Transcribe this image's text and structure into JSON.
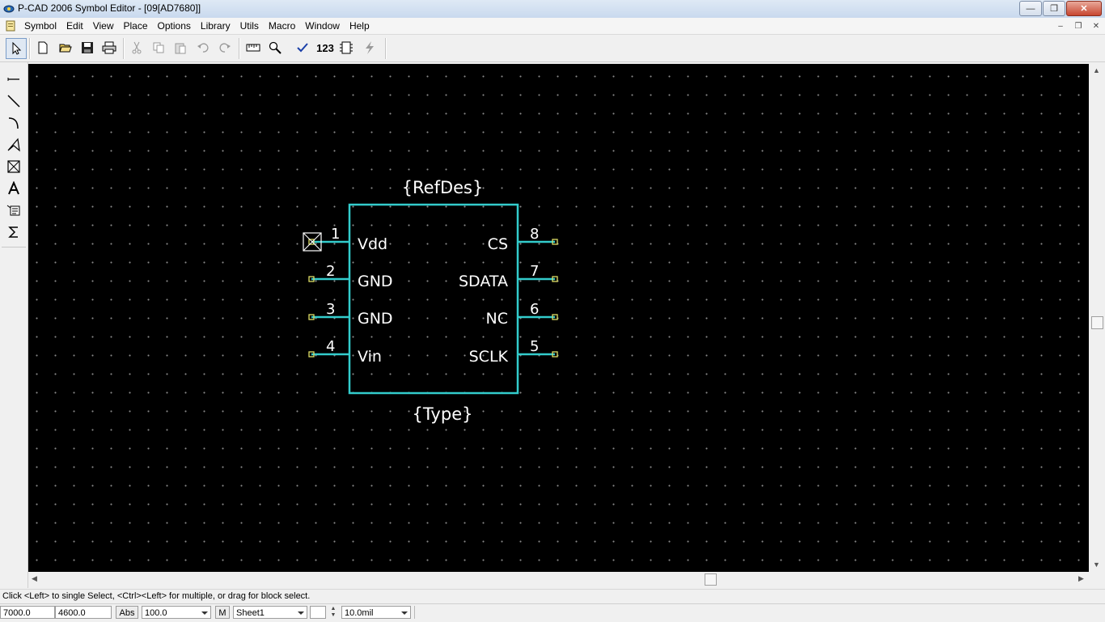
{
  "window": {
    "title": "P-CAD 2006 Symbol Editor - [09[AD7680]]",
    "minimize_glyph": "—",
    "restore_glyph": "❐",
    "close_glyph": "✕"
  },
  "menu": {
    "items": [
      "Symbol",
      "Edit",
      "View",
      "Place",
      "Options",
      "Library",
      "Utils",
      "Macro",
      "Window",
      "Help"
    ],
    "mdi_minimize": "–",
    "mdi_restore": "❐",
    "mdi_close": "✕"
  },
  "toolbar": {
    "numbers_label": "123"
  },
  "symbol": {
    "refdes": "{RefDes}",
    "type": "{Type}",
    "left_pins": [
      {
        "number": "1",
        "name": "Vdd"
      },
      {
        "number": "2",
        "name": "GND"
      },
      {
        "number": "3",
        "name": "GND"
      },
      {
        "number": "4",
        "name": "Vin"
      }
    ],
    "right_pins": [
      {
        "number": "8",
        "name": "CS"
      },
      {
        "number": "7",
        "name": "SDATA"
      },
      {
        "number": "6",
        "name": "NC"
      },
      {
        "number": "5",
        "name": "SCLK"
      }
    ],
    "body_color": "#33cccc",
    "pin_end_color": "#dddd66"
  },
  "status": {
    "message": "Click <Left> to single Select, <Ctrl><Left> for multiple, or drag for block select.",
    "x_coord": "7000.0",
    "y_coord": "4600.0",
    "abs_label": "Abs",
    "zoom_value": "100.0",
    "m_label": "M",
    "sheet": "Sheet1",
    "grid": "10.0mil"
  }
}
